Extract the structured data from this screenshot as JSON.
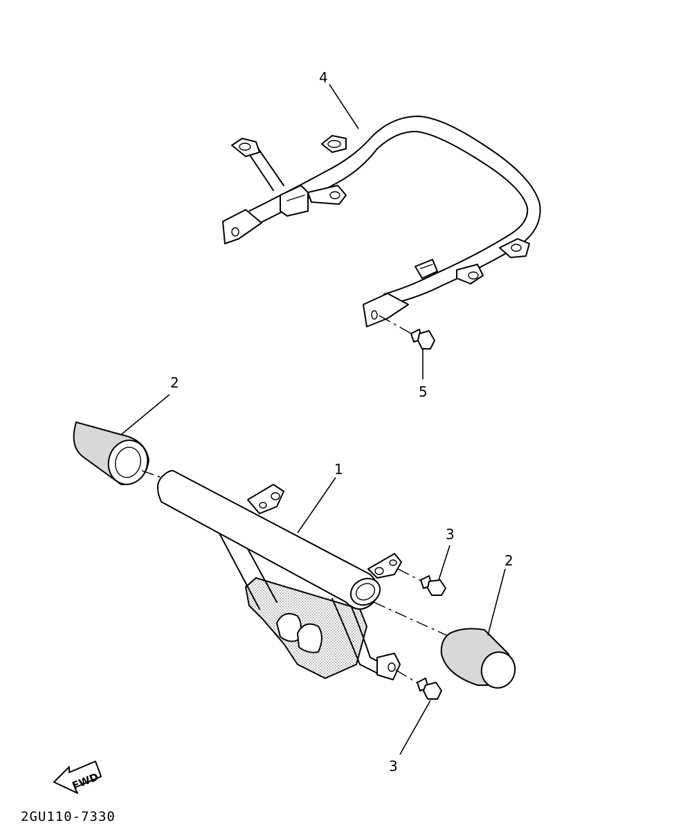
{
  "diagram": {
    "callouts": [
      {
        "id": "c4",
        "label": "4"
      },
      {
        "id": "c5",
        "label": "5"
      },
      {
        "id": "c2a",
        "label": "2"
      },
      {
        "id": "c1",
        "label": "1"
      },
      {
        "id": "c3a",
        "label": "3"
      },
      {
        "id": "c2b",
        "label": "2"
      },
      {
        "id": "c3b",
        "label": "3"
      }
    ],
    "fwd_label": "FWD",
    "part_code": "2GU110-7330"
  }
}
